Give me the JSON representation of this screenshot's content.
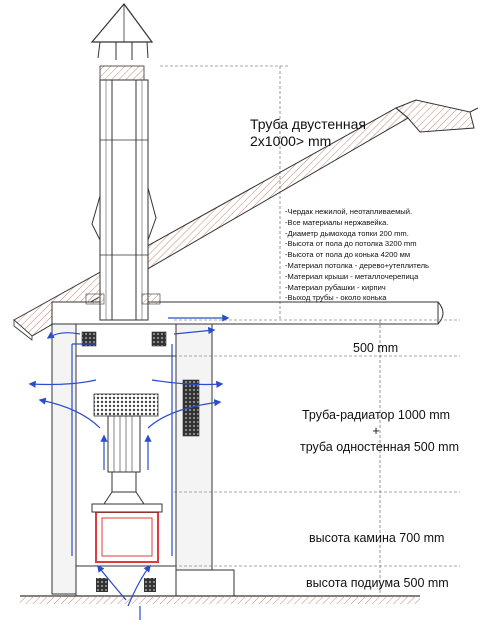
{
  "labels": {
    "pipe_title_line1": "Труба двустенная",
    "pipe_title_line2": "2x1000> mm",
    "dim_500": "500 mm",
    "radiator_line1": "Труба-радиатор 1000 mm",
    "radiator_plus": "+",
    "radiator_line2": "труба одностенная 500 mm",
    "fireplace_height": "высота камина 700 mm",
    "podium_height": "высота подиума 500 mm"
  },
  "notes": [
    "-Чердак нежилой, неотапливаемый.",
    "-Все материалы нержавейка.",
    "-Диаметр дымохода топки 200 mm.",
    "-Высота от пола до потолка 3200 mm",
    "-Высота от пола до конька 4200 мм",
    "-Материал потолка - дерево+утеплитель",
    "-Материал крыши - металлочерепица",
    "-Материал рубашки - кирпич",
    "-Выход трубы - около конька"
  ],
  "colors": {
    "line": "#333333",
    "airflow": "#2a4dcc",
    "firebox": "#e23b3b",
    "insulation": "#f3dcc8",
    "wall_fill": "#f4f4f4"
  }
}
